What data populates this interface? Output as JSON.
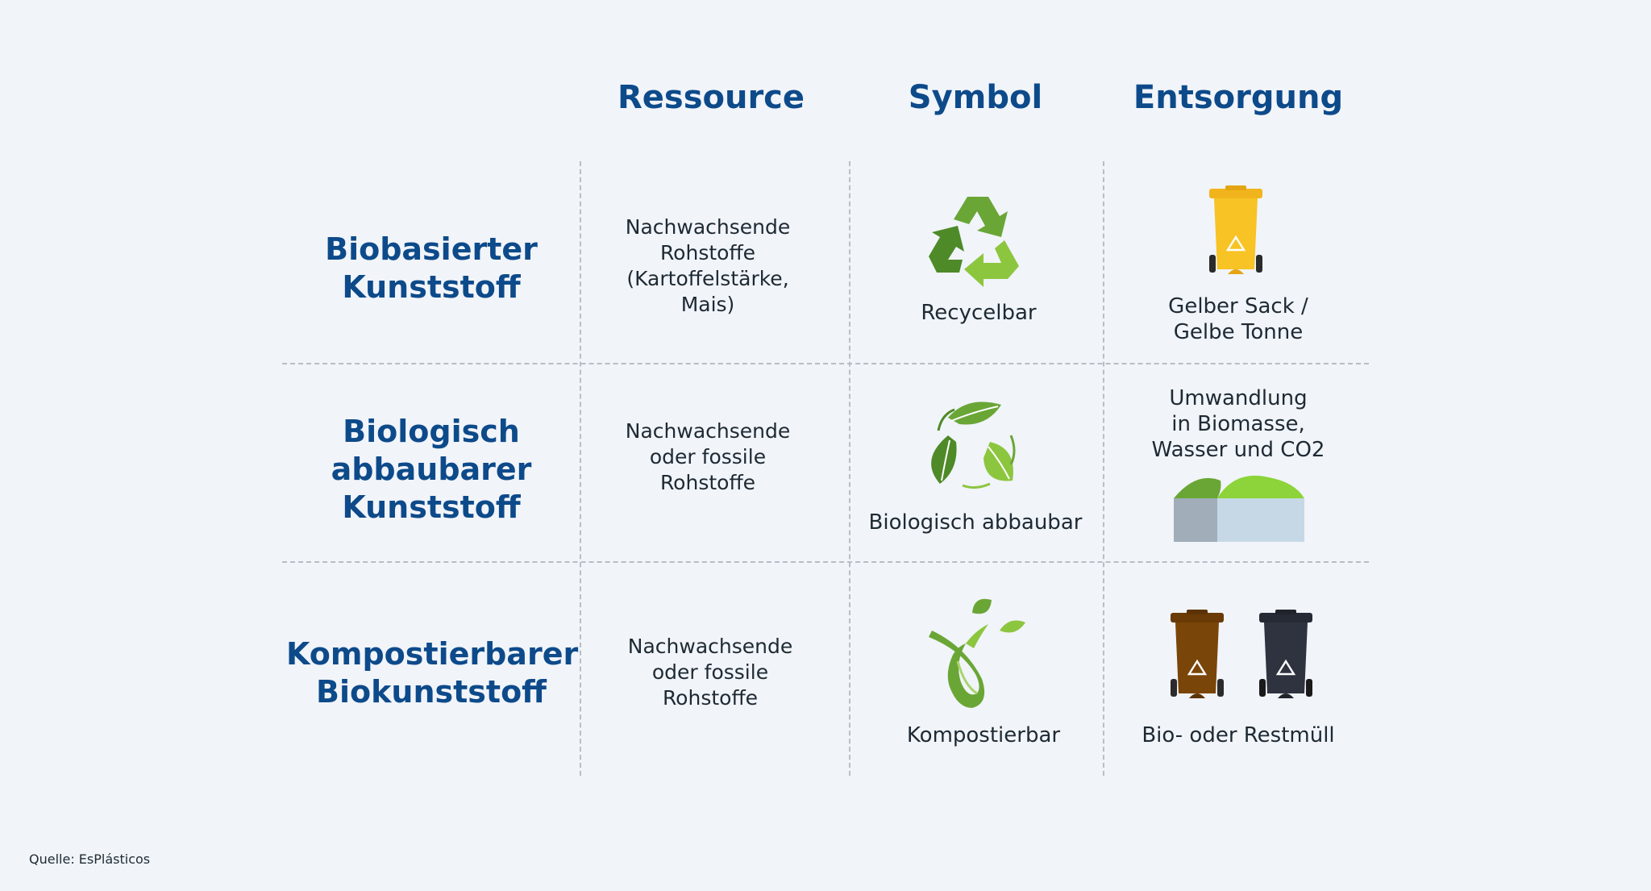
{
  "columns": {
    "resource": "Ressource",
    "symbol": "Symbol",
    "disposal": "Entsorgung"
  },
  "rows": [
    {
      "type": "Biobasierter\nKunststoff",
      "resource": "Nachwachsende\nRohstoffe\n(Kartoffelstärke,\nMais)",
      "symbol_label": "Recycelbar",
      "symbol_icon": "recycle-arrows-icon",
      "disposal": "Gelber Sack /\nGelbe Tonne",
      "disposal_icon": "yellow-bin-icon"
    },
    {
      "type": "Biologisch\nabbaubarer\nKunststoff",
      "resource": "Nachwachsende\noder fossile\nRohstoffe",
      "symbol_label": "Biologisch abbaubar",
      "symbol_icon": "leaves-cycle-icon",
      "disposal": "Umwandlung\nin Biomasse,\nWasser und CO2",
      "disposal_icon": "biomass-block-icon"
    },
    {
      "type": "Kompostierbarer\nBiokunststoff",
      "resource": "Nachwachsende\noder fossile\nRohstoffe",
      "symbol_label": "Kompostierbar",
      "symbol_icon": "seedling-icon",
      "disposal": "Bio- oder Restmüll",
      "disposal_icon": "brown-and-black-bins-icon"
    }
  ],
  "source": "Quelle: EsPlásticos",
  "colors": {
    "heading": "#0d4a8a",
    "background": "#f1f4f9",
    "green_dark": "#4e8a28",
    "green_light": "#8cc63f",
    "bin_yellow": "#f7c325",
    "bin_brown": "#7a4508",
    "bin_black": "#2f3340"
  }
}
